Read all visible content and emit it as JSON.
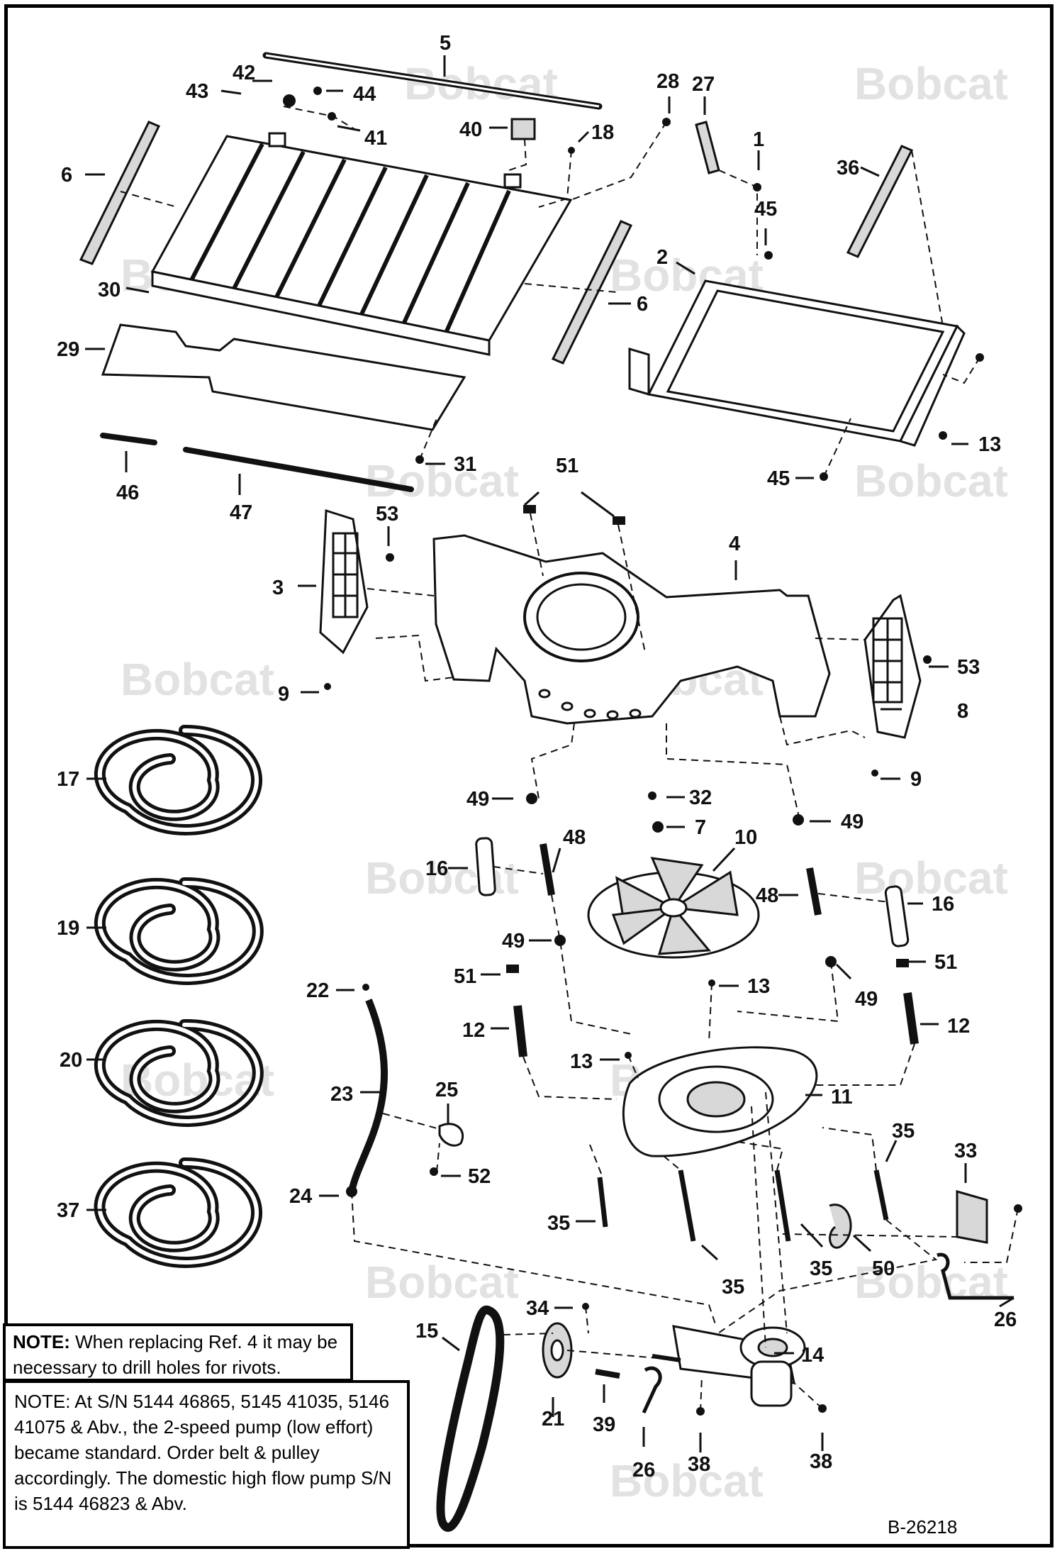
{
  "watermark": "Bobcat",
  "callouts": [
    {
      "label": "5"
    },
    {
      "label": "42"
    },
    {
      "label": "43"
    },
    {
      "label": "44"
    },
    {
      "label": "41"
    },
    {
      "label": "40"
    },
    {
      "label": "18"
    },
    {
      "label": "28"
    },
    {
      "label": "27"
    },
    {
      "label": "1"
    },
    {
      "label": "36"
    },
    {
      "label": "6"
    },
    {
      "label": "45"
    },
    {
      "label": "2"
    },
    {
      "label": "30"
    },
    {
      "label": "6"
    },
    {
      "label": "29"
    },
    {
      "label": "13"
    },
    {
      "label": "31"
    },
    {
      "label": "45"
    },
    {
      "label": "46"
    },
    {
      "label": "47"
    },
    {
      "label": "51"
    },
    {
      "label": "53"
    },
    {
      "label": "4"
    },
    {
      "label": "3"
    },
    {
      "label": "53"
    },
    {
      "label": "9"
    },
    {
      "label": "8"
    },
    {
      "label": "9"
    },
    {
      "label": "17"
    },
    {
      "label": "49"
    },
    {
      "label": "32"
    },
    {
      "label": "7"
    },
    {
      "label": "49"
    },
    {
      "label": "48"
    },
    {
      "label": "10"
    },
    {
      "label": "16"
    },
    {
      "label": "48"
    },
    {
      "label": "16"
    },
    {
      "label": "19"
    },
    {
      "label": "49"
    },
    {
      "label": "51"
    },
    {
      "label": "13"
    },
    {
      "label": "51"
    },
    {
      "label": "49"
    },
    {
      "label": "22"
    },
    {
      "label": "12"
    },
    {
      "label": "12"
    },
    {
      "label": "20"
    },
    {
      "label": "13"
    },
    {
      "label": "23"
    },
    {
      "label": "25"
    },
    {
      "label": "11"
    },
    {
      "label": "35"
    },
    {
      "label": "33"
    },
    {
      "label": "52"
    },
    {
      "label": "24"
    },
    {
      "label": "37"
    },
    {
      "label": "35"
    },
    {
      "label": "50"
    },
    {
      "label": "35"
    },
    {
      "label": "35"
    },
    {
      "label": "26"
    },
    {
      "label": "34"
    },
    {
      "label": "15"
    },
    {
      "label": "14"
    },
    {
      "label": "21"
    },
    {
      "label": "39"
    },
    {
      "label": "26"
    },
    {
      "label": "38"
    },
    {
      "label": "38"
    }
  ],
  "notes": {
    "note1": {
      "bold": "NOTE:",
      "text": " When replacing Ref. 4 it may be necessary to drill holes for rivots."
    },
    "note2": {
      "text": "NOTE: At S/N 5144 46865, 5145 41035, 5146 41075 & Abv., the 2-speed pump (low effort) became standard. Order belt & pulley accordingly. The domestic high flow pump S/N is 5144 46823 & Abv."
    }
  },
  "drawing_number": "B-26218"
}
